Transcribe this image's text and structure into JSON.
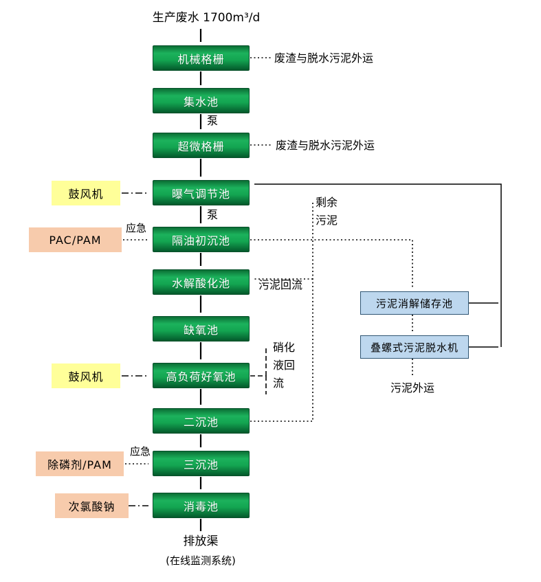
{
  "colors": {
    "process_box_green": "#13a551",
    "blower_box_yellow": "#ffff99",
    "chemical_box_peach": "#f7cbac",
    "sludge_box_blue": "#bdd7ee",
    "line_black": "#000000"
  },
  "header": {
    "source_label": "生产废水 1700m³/d"
  },
  "main_flow": [
    {
      "label": "机械格栅"
    },
    {
      "label": "集水池"
    },
    {
      "label": "超微格栅"
    },
    {
      "label": "曝气调节池"
    },
    {
      "label": "隔油初沉池"
    },
    {
      "label": "水解酸化池"
    },
    {
      "label": "缺氧池"
    },
    {
      "label": "高负荷好氧池"
    },
    {
      "label": "二沉池"
    },
    {
      "label": "三沉池"
    },
    {
      "label": "消毒池"
    }
  ],
  "side_inputs": [
    {
      "label": "鼓风机"
    },
    {
      "label": "PAC/PAM"
    },
    {
      "label": "鼓风机"
    },
    {
      "label": "除磷剂/PAM"
    },
    {
      "label": "次氯酸钠"
    }
  ],
  "sludge_line": [
    {
      "label": "污泥消解储存池"
    },
    {
      "label": "叠螺式污泥脱水机"
    }
  ],
  "annotations": {
    "pump_1": "泵",
    "pump_2": "泵",
    "emergency_1": "应急",
    "emergency_2": "应急",
    "waste_out_1": "废渣与脱水污泥外运",
    "waste_out_2": "废渣与脱水污泥外运",
    "excess_sludge_line1": "剩余",
    "excess_sludge_line2": "污泥",
    "sludge_return": "污泥回流",
    "nitrified_line1": "硝化",
    "nitrified_line2": "液回",
    "nitrified_line3": "流",
    "sludge_out": "污泥外运",
    "discharge_channel": "排放渠",
    "online_monitoring": "(在线监测系统)"
  }
}
